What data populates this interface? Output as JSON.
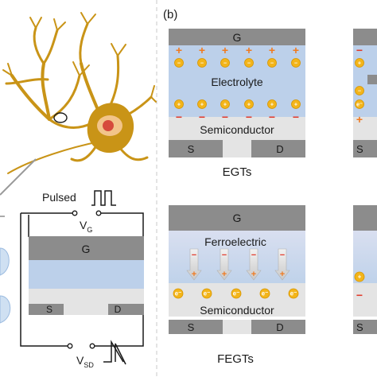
{
  "panel_b_label": "(b)",
  "egt": {
    "gate": "G",
    "layer": "Electrolyte",
    "semiconductor": "Semiconductor",
    "source": "S",
    "drain": "D",
    "caption": "EGTs"
  },
  "fegt": {
    "gate": "G",
    "layer": "Ferroelectric",
    "semiconductor": "Semiconductor",
    "source": "S",
    "drain": "D",
    "caption": "FEGTs"
  },
  "circuit": {
    "pulsed": "Pulsed",
    "vg_main": "V",
    "vg_sub": "G",
    "vsd_main": "V",
    "vsd_sub": "SD",
    "gate": "G",
    "source": "S",
    "drain": "D"
  },
  "charges": {
    "plus": "+",
    "minus": "−",
    "electron": "e⁻"
  },
  "colors": {
    "gate_gray": "#8c8c8c",
    "electrolyte_blue": "#bcd0ea",
    "semiconductor_light": "#e4e4e4",
    "neuron_gold": "#c99417",
    "ion_yellow": "#f3b51a",
    "plus_orange": "#f07a1f",
    "minus_red": "#e23a2a",
    "dash_gray": "#bdbdbd"
  }
}
